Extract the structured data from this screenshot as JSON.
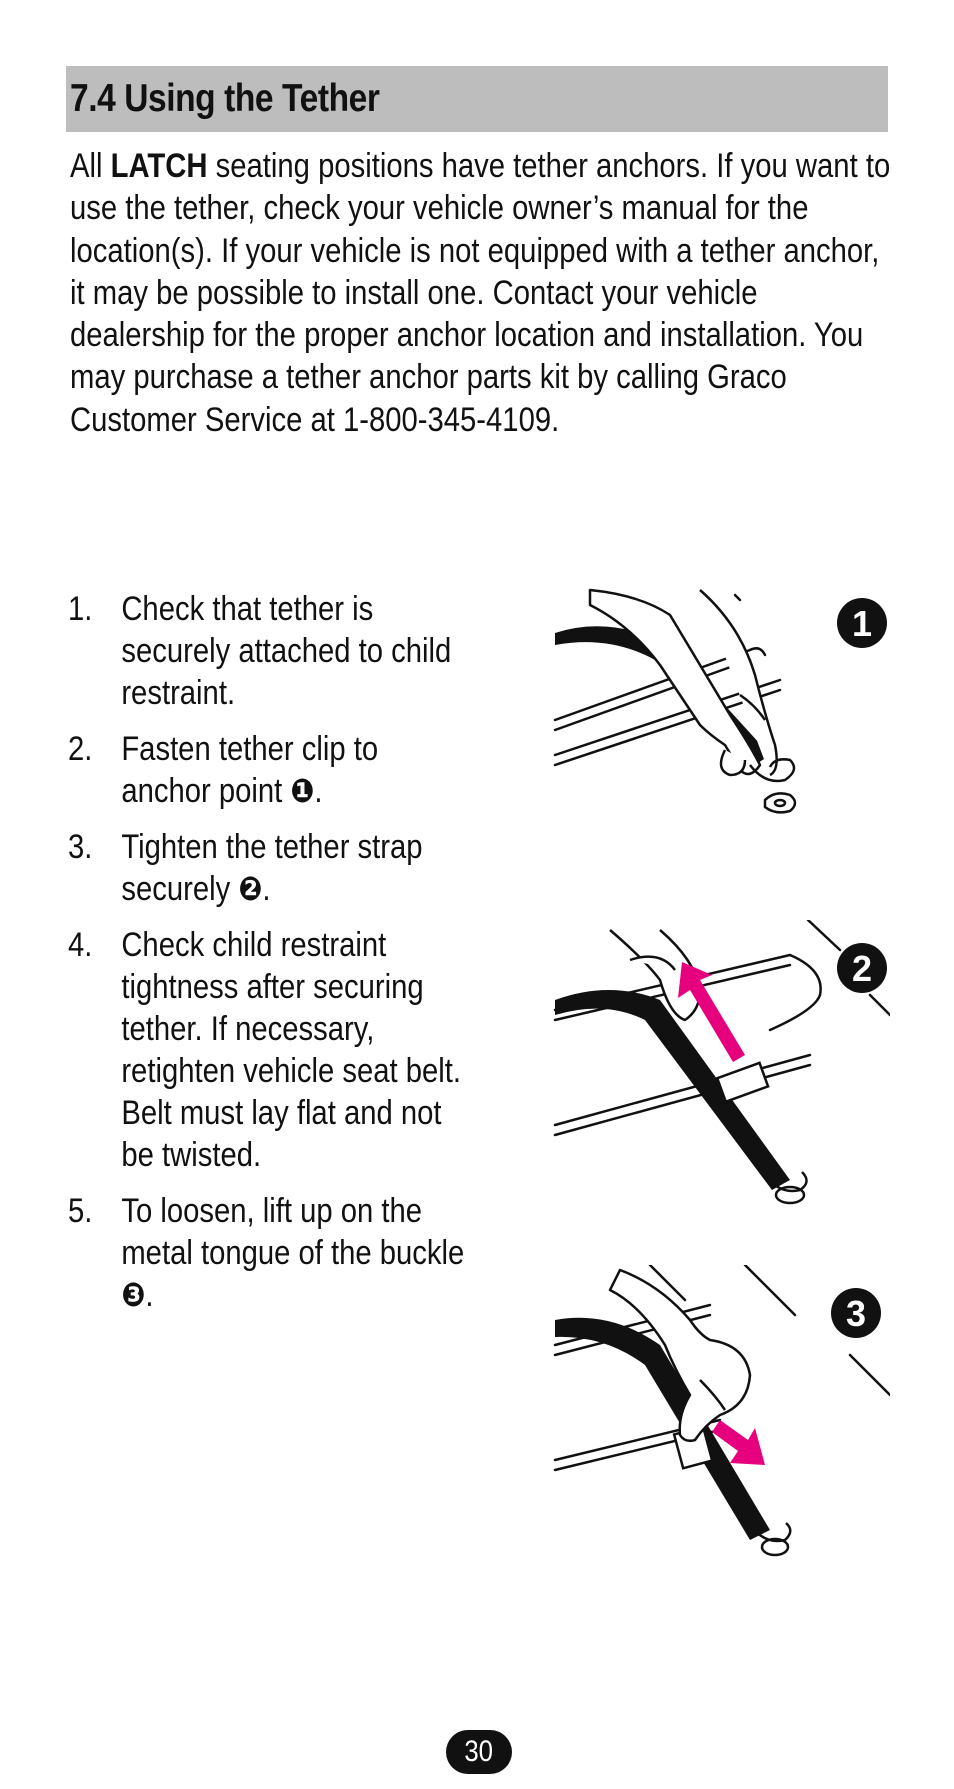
{
  "section": {
    "title": "7.4 Using the Tether"
  },
  "intro": {
    "lead": "All ",
    "bold": "LATCH",
    "body": " seating positions have tether anchors. If you want to use the tether, check your vehicle owner’s manual for the location(s). If your vehicle is not equipped with a tether anchor, it may be possible to install one. Contact your vehicle dealership for the proper anchor location and installation. You may purchase a tether anchor parts kit by calling Graco Customer Service at 1-800-345-4109."
  },
  "steps": [
    {
      "num": "1.",
      "text": "Check that tether is securely attached to child restraint.",
      "ref": "",
      "end": ""
    },
    {
      "num": "2.",
      "text": "Fasten tether clip to anchor point ",
      "ref": "❶",
      "end": "."
    },
    {
      "num": "3.",
      "text": "Tighten the tether strap securely ",
      "ref": "❷",
      "end": "."
    },
    {
      "num": "4.",
      "text": "Check child restraint tightness after securing tether. If necessary, retighten vehicle seat belt. Belt must lay flat and not be twisted.",
      "ref": "",
      "end": ""
    },
    {
      "num": "5.",
      "text": "To loosen, lift up on the metal tongue of the buckle ",
      "ref": "❸",
      "end": "."
    }
  ],
  "figures": [
    {
      "label": "1"
    },
    {
      "label": "2"
    },
    {
      "label": "3"
    }
  ],
  "page_number": "30",
  "colors": {
    "header_bg": "#bdbdbd",
    "arrow": "#e6007e",
    "ink": "#111111"
  },
  "icons": [
    "hand-icon",
    "tether-strap-icon",
    "anchor-clip-icon",
    "pull-arrow-icon",
    "number-circle-icon"
  ]
}
